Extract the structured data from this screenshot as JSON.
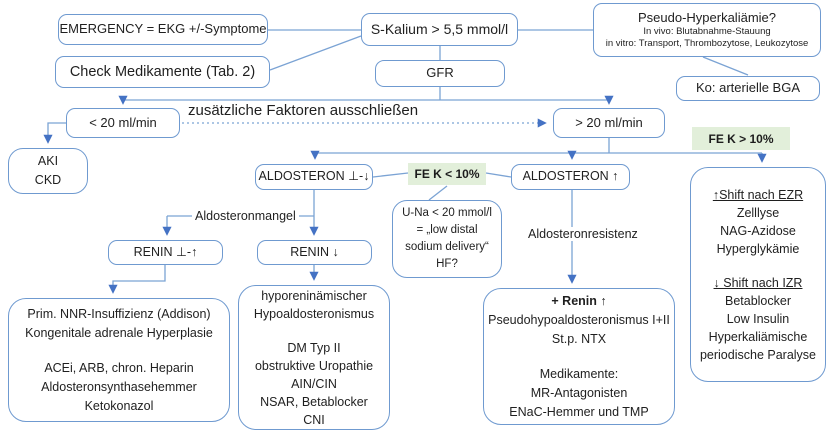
{
  "colors": {
    "box_border_blue": "#6f9ad0",
    "arrow_blue": "#4472c4",
    "green_label_bg": "#e2efda",
    "text": "#1f1f1f"
  },
  "nodes": {
    "emergency": {
      "label": "EMERGENCY = EKG +/-Symptome"
    },
    "s_kalium": {
      "label": "S-Kalium > 5,5 mmol/l"
    },
    "pseudo": {
      "title": "Pseudo-Hyperkaliämie?",
      "line1": "In vivo: Blutabnahme-Stauung",
      "line2": "in vitro: Transport, Thrombozytose, Leukozytose"
    },
    "check_medikamente": {
      "label": "Check Medikamente (Tab. 2)"
    },
    "gfr": {
      "label": "GFR"
    },
    "ko_bga": {
      "label": "Ko: arterielle BGA"
    },
    "lt20": {
      "label": "< 20 ml/min"
    },
    "gt20": {
      "label": "> 20 ml/min"
    },
    "aki_ckd": {
      "line1": "AKI",
      "line2": "CKD"
    },
    "aldosteron_low": {
      "label": "ALDOSTERON ⊥-↓"
    },
    "aldosteron_high": {
      "label": "ALDOSTERON ↑"
    },
    "fek_lt10": {
      "label": "FE K < 10%"
    },
    "fek_gt10": {
      "label": "FE K > 10%"
    },
    "u_na": {
      "lines": [
        "U-Na < 20 mmol/l",
        "= „low distal",
        "sodium delivery“",
        "HF?"
      ]
    },
    "renin_flat_up": {
      "label": "RENIN ⊥-↑"
    },
    "renin_down": {
      "label": "RENIN ↓"
    },
    "prim_nnr": {
      "lines": [
        "Prim. NNR-Insuffizienz (Addison)",
        "Kongenitale adrenale Hyperplasie",
        "ACEi, ARB, chron. Heparin",
        "Aldosteronsynthasehemmer",
        "Ketokonazol"
      ]
    },
    "hyporenin": {
      "lines": [
        "hyporeninämischer",
        "Hypoaldosteronismus",
        "DM Typ II",
        "obstruktive Uropathie",
        "AIN/CIN",
        "NSAR, Betablocker",
        "CNI"
      ]
    },
    "plus_renin": {
      "lines": [
        "+ Renin ↑",
        "Pseudohypoaldosteronismus I+II",
        "St.p. NTX",
        "Medikamente:",
        "MR-Antagonisten",
        "ENaC-Hemmer und TMP"
      ]
    },
    "shift": {
      "lines": [
        "↑Shift nach EZR",
        "Zelllyse",
        "NAG-Azidose",
        "Hyperglykämie",
        "↓ Shift nach IZR",
        "Betablocker",
        "Low Insulin",
        "Hyperkaliämische",
        "periodische Paralyse"
      ]
    }
  },
  "floating": {
    "zusatz": "zusätzliche Faktoren ausschließen",
    "aldosteronmangel": "Aldosteronmangel",
    "aldosteronresistenz": "Aldosteronresistenz"
  }
}
